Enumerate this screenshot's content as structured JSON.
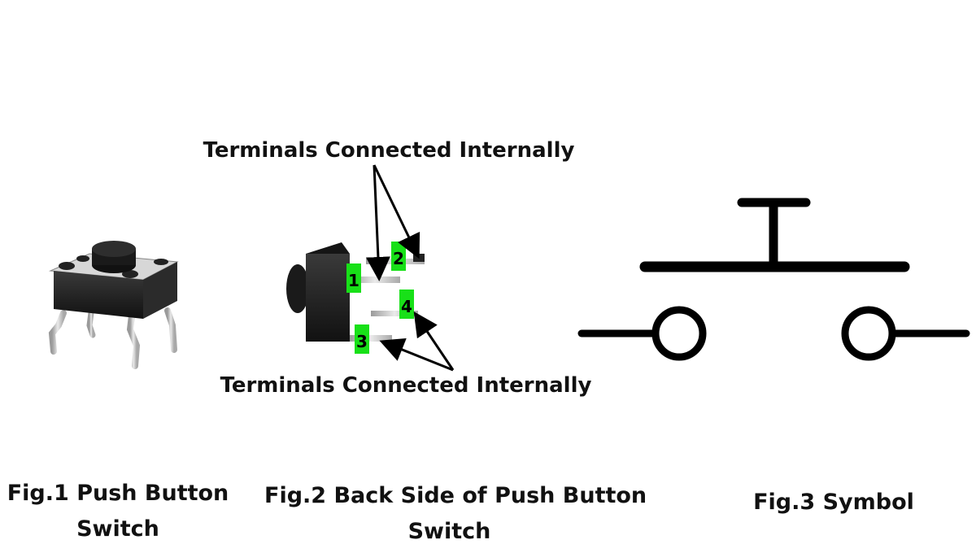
{
  "figure2": {
    "top_annotation": "Terminals Connected Internally",
    "bottom_annotation": "Terminals Connected Internally",
    "pin_labels": [
      "1",
      "2",
      "3",
      "4"
    ],
    "pin_label_color": "#18e018"
  },
  "captions": {
    "fig1_line1": "Fig.1 Push Button",
    "fig1_line2": "Switch",
    "fig2_line1": "Fig.2 Back Side of Push Button",
    "fig2_line2": "Switch",
    "fig3": "Fig.3 Symbol"
  },
  "colors": {
    "background": "#ffffff",
    "switch_body": "#1c1c1c",
    "pins": "#bfbfbf",
    "symbol": "#000000",
    "arrows": "#000000"
  }
}
